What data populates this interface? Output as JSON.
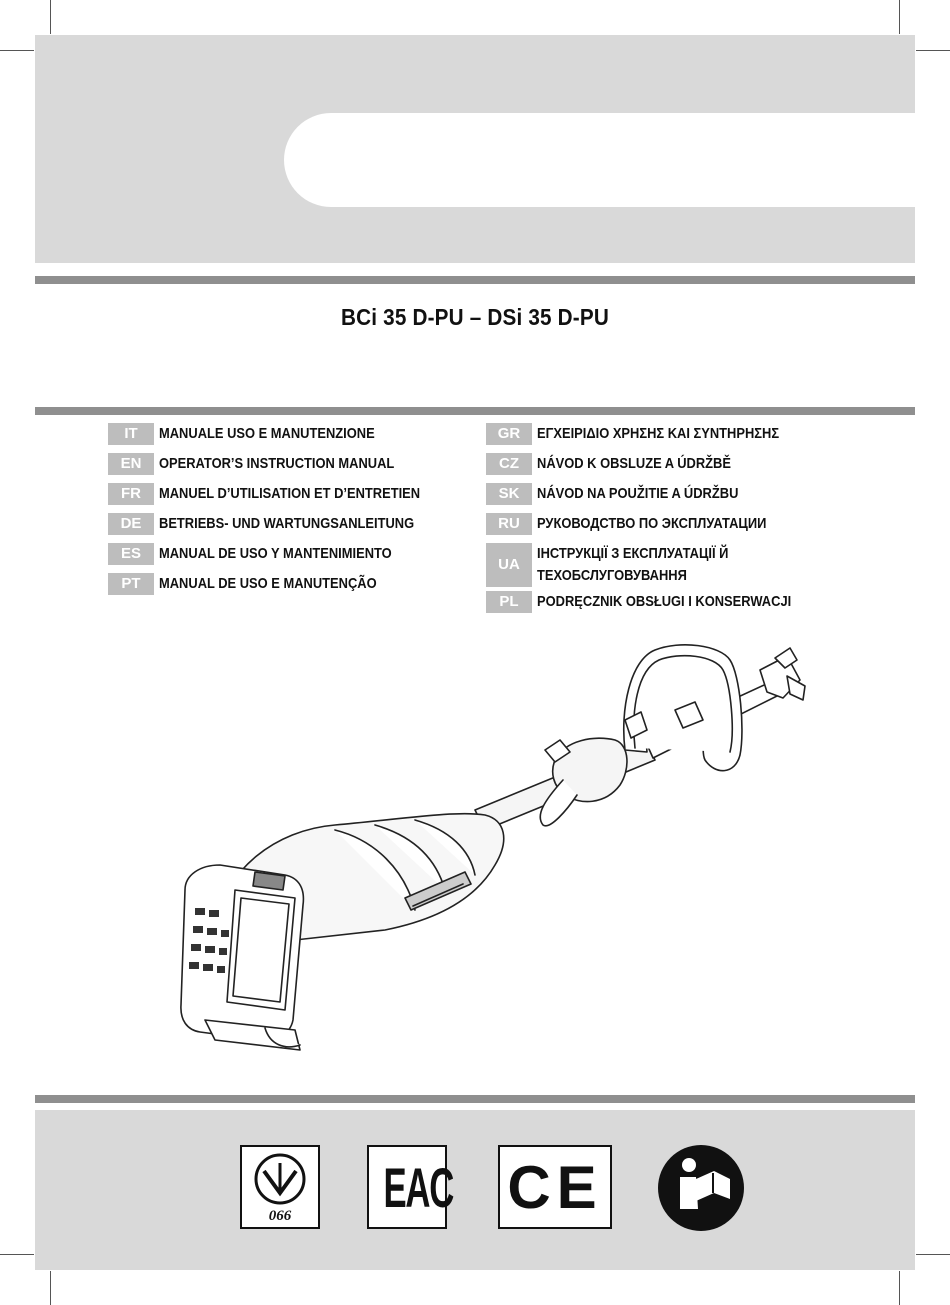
{
  "document": {
    "title": "BCi 35 D-PU – DSi 35 D-PU"
  },
  "languages_left": [
    {
      "code": "IT",
      "label": "MANUALE USO E MANUTENZIONE"
    },
    {
      "code": "EN",
      "label": "OPERATOR’S INSTRUCTION MANUAL"
    },
    {
      "code": "FR",
      "label": "MANUEL D’UTILISATION ET D’ENTRETIEN"
    },
    {
      "code": "DE",
      "label": "BETRIEBS- UND WARTUNGSANLEITUNG"
    },
    {
      "code": "ES",
      "label": "MANUAL DE USO Y MANTENIMIENTO"
    },
    {
      "code": "PT",
      "label": "MANUAL DE USO E MANUTENÇÃO"
    }
  ],
  "languages_right": [
    {
      "code": "GR",
      "label": "ΕΓΧΕΙΡΙΔΙΟ ΧΡΗΣΗΣ ΚΑΙ ΣΥΝΤΗΡΗΣΗΣ"
    },
    {
      "code": "CZ",
      "label": "NÁVOD K OBSLUZE A ÚDRŽBĚ"
    },
    {
      "code": "SK",
      "label": "NÁVOD NA POUŽITIE A ÚDRŽBU"
    },
    {
      "code": "RU",
      "label": "РУКОВОДСТВО ПО ЭКСПЛУАТАЦИИ"
    },
    {
      "code": "UA",
      "label": "ІНСТРУКЦІЇ З ЕКСПЛУАТАЦІЇ Й ТЕХОБСЛУГОВУВАННЯ"
    },
    {
      "code": "PL",
      "label": "PODRĘCZNIK OBSŁUGI I KONSERWACJI"
    }
  ],
  "certifications": {
    "ua_number": "066",
    "eac_logo": "EAC",
    "ce_logo": "CE",
    "read_manual_icon": "read-manual-icon"
  }
}
